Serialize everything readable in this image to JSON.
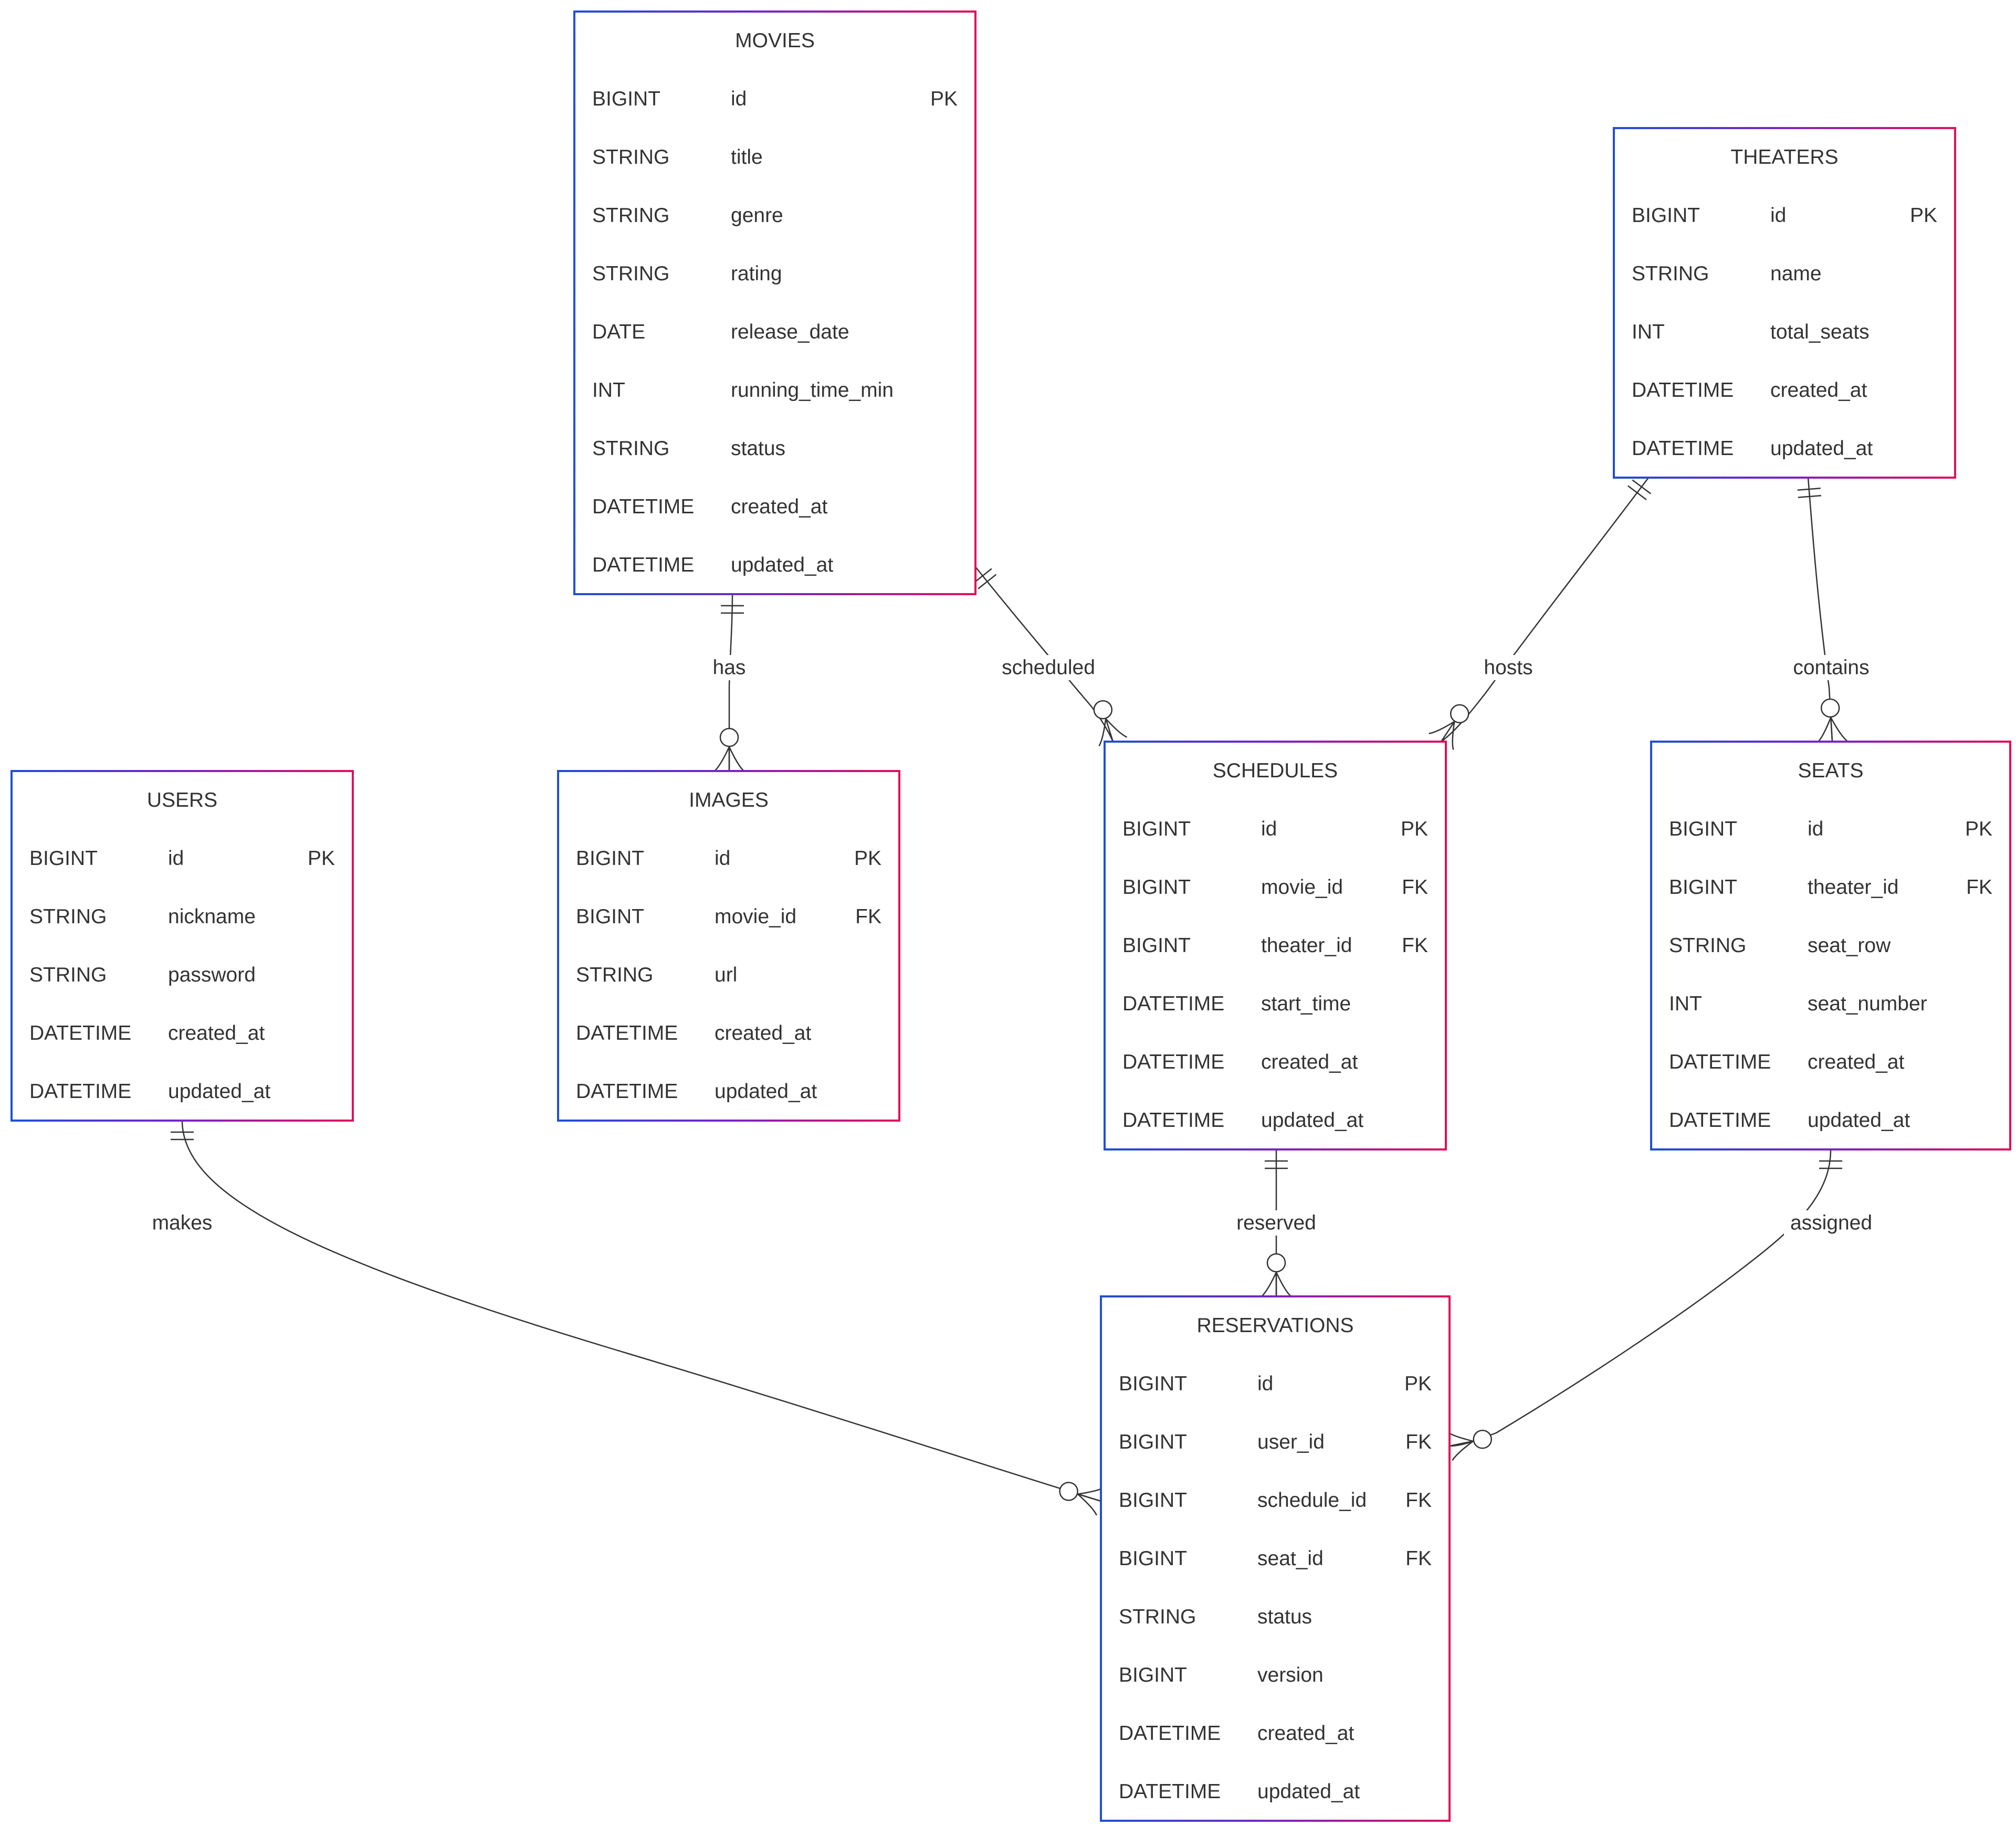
{
  "colors": {
    "gradient_start": "#1f4fd6",
    "gradient_mid": "#7a24c2",
    "gradient_end": "#e0105a",
    "line": "#333333",
    "text": "#333333"
  },
  "entities": [
    {
      "id": "movies",
      "title": "MOVIES",
      "attributes": [
        {
          "type": "BIGINT",
          "name": "id",
          "key": "PK"
        },
        {
          "type": "STRING",
          "name": "title",
          "key": ""
        },
        {
          "type": "STRING",
          "name": "genre",
          "key": ""
        },
        {
          "type": "STRING",
          "name": "rating",
          "key": ""
        },
        {
          "type": "DATE",
          "name": "release_date",
          "key": ""
        },
        {
          "type": "INT",
          "name": "running_time_min",
          "key": ""
        },
        {
          "type": "STRING",
          "name": "status",
          "key": ""
        },
        {
          "type": "DATETIME",
          "name": "created_at",
          "key": ""
        },
        {
          "type": "DATETIME",
          "name": "updated_at",
          "key": ""
        }
      ]
    },
    {
      "id": "theaters",
      "title": "THEATERS",
      "attributes": [
        {
          "type": "BIGINT",
          "name": "id",
          "key": "PK"
        },
        {
          "type": "STRING",
          "name": "name",
          "key": ""
        },
        {
          "type": "INT",
          "name": "total_seats",
          "key": ""
        },
        {
          "type": "DATETIME",
          "name": "created_at",
          "key": ""
        },
        {
          "type": "DATETIME",
          "name": "updated_at",
          "key": ""
        }
      ]
    },
    {
      "id": "users",
      "title": "USERS",
      "attributes": [
        {
          "type": "BIGINT",
          "name": "id",
          "key": "PK"
        },
        {
          "type": "STRING",
          "name": "nickname",
          "key": ""
        },
        {
          "type": "STRING",
          "name": "password",
          "key": ""
        },
        {
          "type": "DATETIME",
          "name": "created_at",
          "key": ""
        },
        {
          "type": "DATETIME",
          "name": "updated_at",
          "key": ""
        }
      ]
    },
    {
      "id": "images",
      "title": "IMAGES",
      "attributes": [
        {
          "type": "BIGINT",
          "name": "id",
          "key": "PK"
        },
        {
          "type": "BIGINT",
          "name": "movie_id",
          "key": "FK"
        },
        {
          "type": "STRING",
          "name": "url",
          "key": ""
        },
        {
          "type": "DATETIME",
          "name": "created_at",
          "key": ""
        },
        {
          "type": "DATETIME",
          "name": "updated_at",
          "key": ""
        }
      ]
    },
    {
      "id": "schedules",
      "title": "SCHEDULES",
      "attributes": [
        {
          "type": "BIGINT",
          "name": "id",
          "key": "PK"
        },
        {
          "type": "BIGINT",
          "name": "movie_id",
          "key": "FK"
        },
        {
          "type": "BIGINT",
          "name": "theater_id",
          "key": "FK"
        },
        {
          "type": "DATETIME",
          "name": "start_time",
          "key": ""
        },
        {
          "type": "DATETIME",
          "name": "created_at",
          "key": ""
        },
        {
          "type": "DATETIME",
          "name": "updated_at",
          "key": ""
        }
      ]
    },
    {
      "id": "seats",
      "title": "SEATS",
      "attributes": [
        {
          "type": "BIGINT",
          "name": "id",
          "key": "PK"
        },
        {
          "type": "BIGINT",
          "name": "theater_id",
          "key": "FK"
        },
        {
          "type": "STRING",
          "name": "seat_row",
          "key": ""
        },
        {
          "type": "INT",
          "name": "seat_number",
          "key": ""
        },
        {
          "type": "DATETIME",
          "name": "created_at",
          "key": ""
        },
        {
          "type": "DATETIME",
          "name": "updated_at",
          "key": ""
        }
      ]
    },
    {
      "id": "reservations",
      "title": "RESERVATIONS",
      "attributes": [
        {
          "type": "BIGINT",
          "name": "id",
          "key": "PK"
        },
        {
          "type": "BIGINT",
          "name": "user_id",
          "key": "FK"
        },
        {
          "type": "BIGINT",
          "name": "schedule_id",
          "key": "FK"
        },
        {
          "type": "BIGINT",
          "name": "seat_id",
          "key": "FK"
        },
        {
          "type": "STRING",
          "name": "status",
          "key": ""
        },
        {
          "type": "BIGINT",
          "name": "version",
          "key": ""
        },
        {
          "type": "DATETIME",
          "name": "created_at",
          "key": ""
        },
        {
          "type": "DATETIME",
          "name": "updated_at",
          "key": ""
        }
      ]
    }
  ],
  "relationships": [
    {
      "from": "movies",
      "to": "images",
      "label": "has",
      "from_card": "exactly-one",
      "to_card": "zero-or-more"
    },
    {
      "from": "movies",
      "to": "schedules",
      "label": "scheduled",
      "from_card": "exactly-one",
      "to_card": "zero-or-more"
    },
    {
      "from": "theaters",
      "to": "schedules",
      "label": "hosts",
      "from_card": "exactly-one",
      "to_card": "zero-or-more"
    },
    {
      "from": "theaters",
      "to": "seats",
      "label": "contains",
      "from_card": "exactly-one",
      "to_card": "zero-or-more"
    },
    {
      "from": "users",
      "to": "reservations",
      "label": "makes",
      "from_card": "exactly-one",
      "to_card": "zero-or-more"
    },
    {
      "from": "schedules",
      "to": "reservations",
      "label": "reserved",
      "from_card": "exactly-one",
      "to_card": "zero-or-more"
    },
    {
      "from": "seats",
      "to": "reservations",
      "label": "assigned",
      "from_card": "exactly-one",
      "to_card": "zero-or-more"
    }
  ]
}
